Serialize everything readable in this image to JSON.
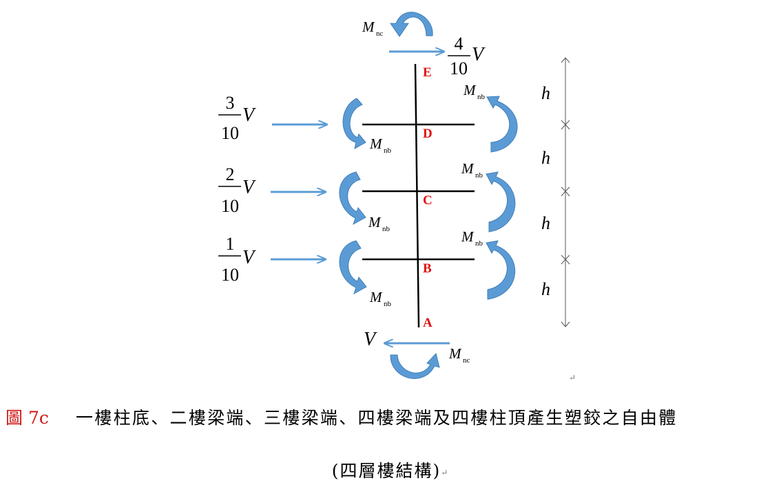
{
  "diagram": {
    "colors": {
      "arrow": "#5b9bd5",
      "member": "#000000",
      "node_label": "#e01010"
    },
    "nodes": [
      "A",
      "B",
      "C",
      "D",
      "E"
    ],
    "shears": {
      "top_num": "4",
      "top_den": "10",
      "d_num": "3",
      "d_den": "10",
      "c_num": "2",
      "c_den": "10",
      "b_num": "1",
      "b_den": "10",
      "var": "V",
      "base": "V"
    },
    "moments": {
      "M": "M",
      "nc": "nc",
      "nb": "nb"
    },
    "story_height": "h"
  },
  "caption": {
    "figure_number": "圖 7c",
    "title": "一樓柱底、二樓梁端、三樓梁端、四樓梁端及四樓柱頂產生塑鉸之自由體",
    "subtitle": "(四層樓結構)"
  },
  "return_marks": [
    "↵",
    "↵"
  ]
}
